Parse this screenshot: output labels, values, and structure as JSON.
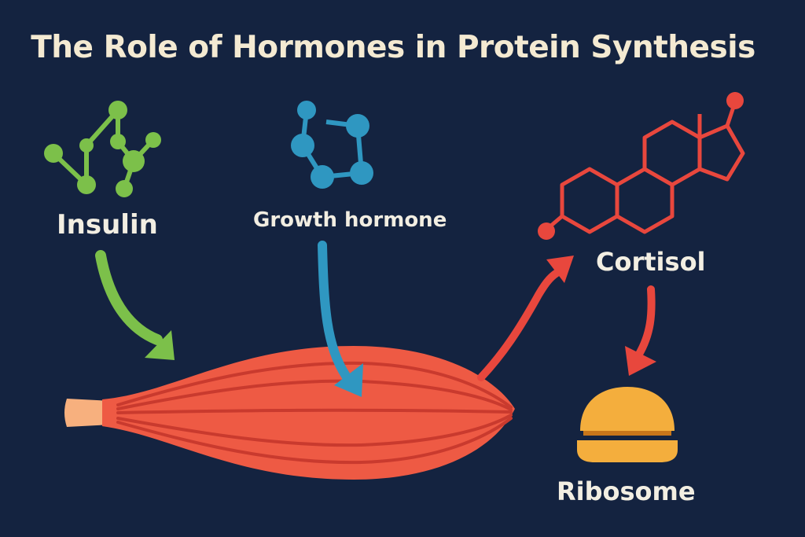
{
  "title": "The Role of Hormones in Protein Synthesis",
  "labels": {
    "insulin": "Insulin",
    "growth_hormone": "Growth hormone",
    "cortisol": "Cortisol",
    "ribosome": "Ribosome"
  },
  "colors": {
    "background": "#142340",
    "insulin": "#7cc04a",
    "growth_hormone": "#2f97c1",
    "cortisol": "#e8473d",
    "muscle": "#ee5a44",
    "muscle_stripe": "#c93a2e",
    "tendon": "#f7b07e",
    "ribosome": "#f4ae3d"
  },
  "icons": {
    "insulin": "insulin-molecule-icon",
    "growth_hormone": "growth-hormone-molecule-icon",
    "cortisol": "cortisol-steroid-structure-icon",
    "muscle": "muscle-fiber-illustration",
    "ribosome": "ribosome-icon"
  }
}
